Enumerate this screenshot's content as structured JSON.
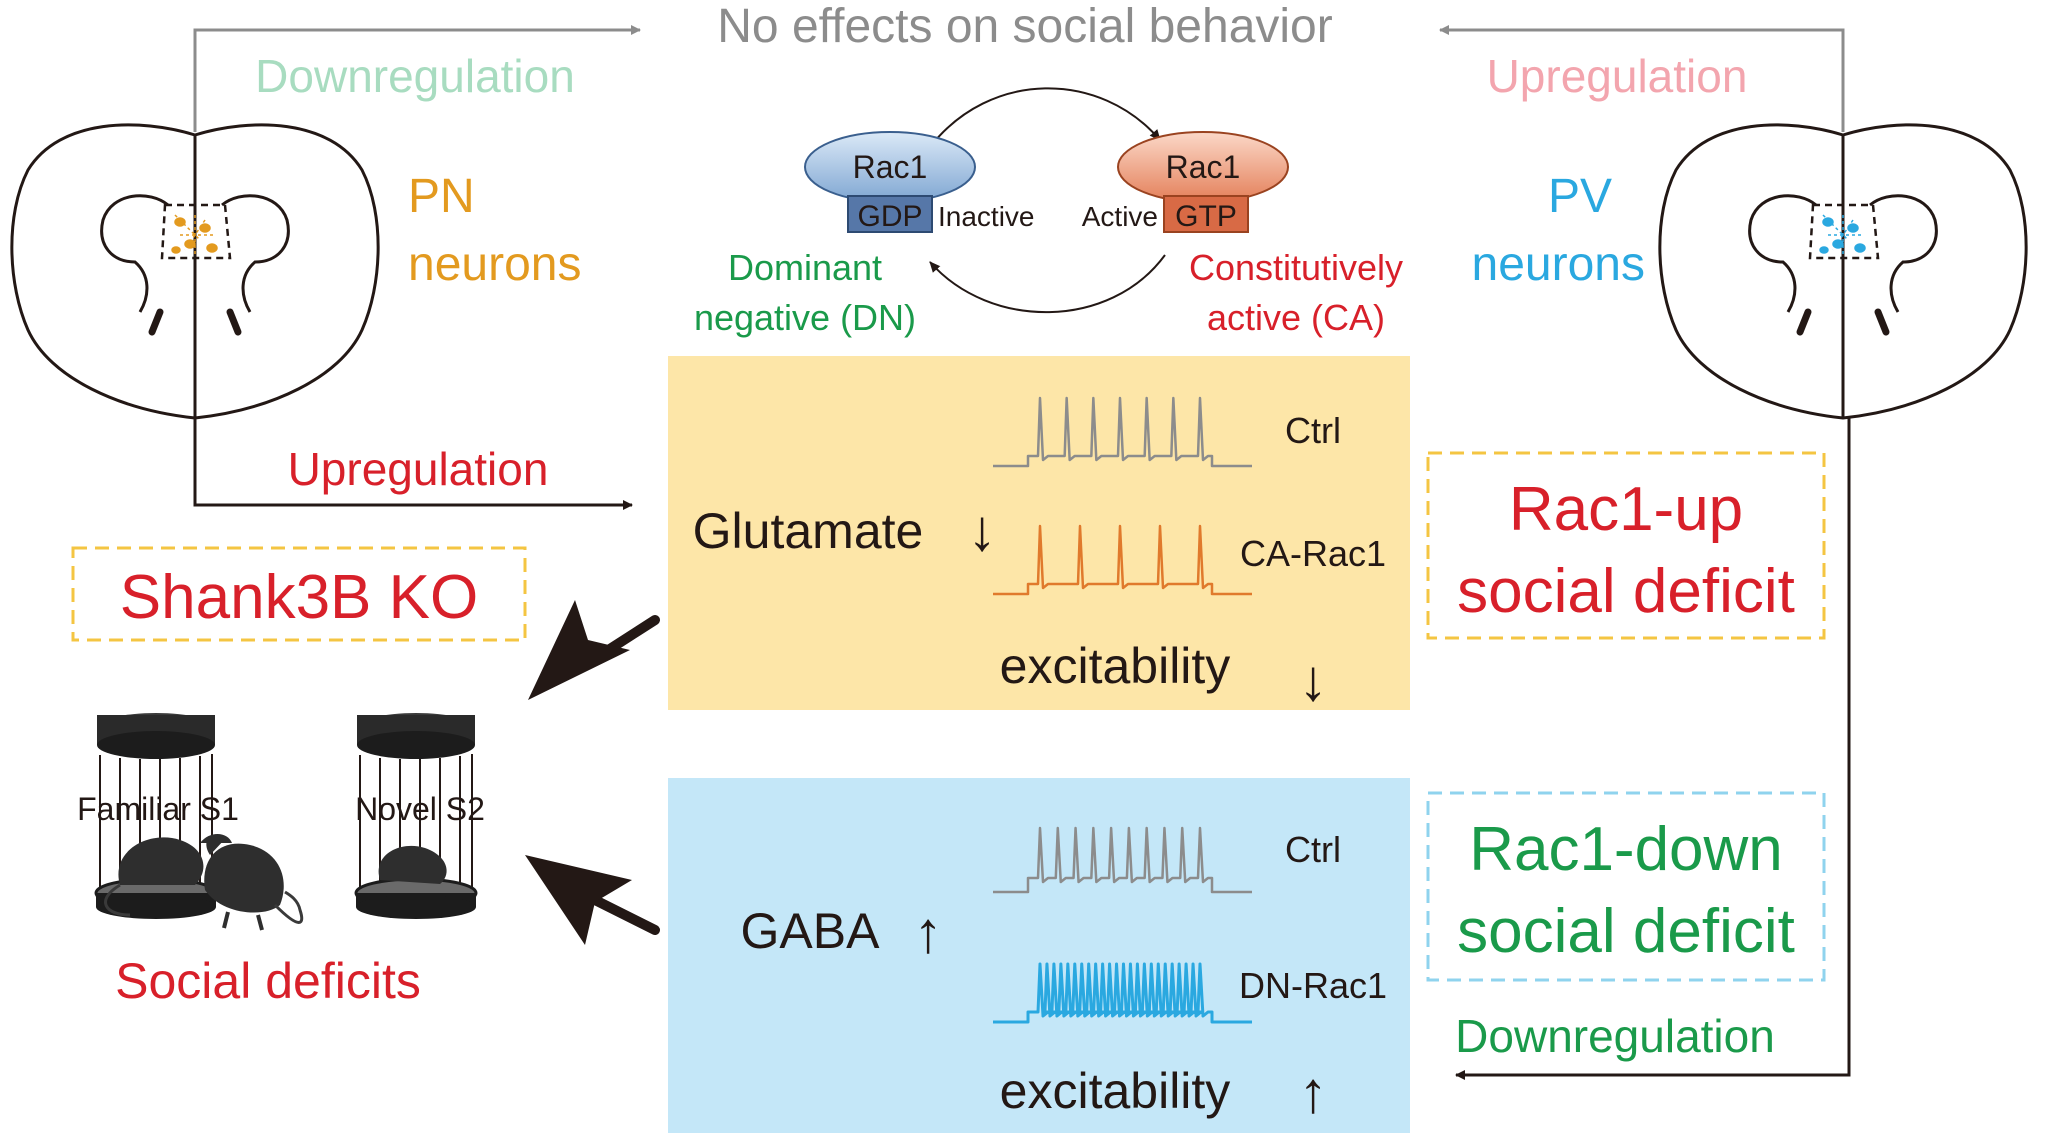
{
  "top_caption": "No effects on social behavior",
  "left": {
    "arrow_top_label": "Downregulation",
    "neuron_label_line1": "PN",
    "neuron_label_line2": "neurons",
    "arrow_bottom_label": "Upregulation"
  },
  "right": {
    "arrow_top_label": "Upregulation",
    "neuron_label_line1": "PV",
    "neuron_label_line2": "neurons",
    "arrow_bottom_label": "Downregulation"
  },
  "rac1_cycle": {
    "inactive_protein": "Rac1",
    "inactive_nucleotide": "GDP",
    "inactive_state": "Inactive",
    "active_protein": "Rac1",
    "active_nucleotide": "GTP",
    "active_state": "Active",
    "dn_line1": "Dominant",
    "dn_line2": "negative (DN)",
    "ca_line1": "Constitutively",
    "ca_line2": "active (CA)"
  },
  "glutamate_panel": {
    "transmitter": "Glutamate",
    "transmitter_arrow": "↓",
    "trace1_label": "Ctrl",
    "trace2_label": "CA-Rac1",
    "excitability": "excitability",
    "excitability_arrow": "↓"
  },
  "gaba_panel": {
    "transmitter": "GABA",
    "transmitter_arrow": "↑",
    "trace1_label": "Ctrl",
    "trace2_label": "DN-Rac1",
    "excitability": "excitability",
    "excitability_arrow": "↑"
  },
  "rac1_up_box": {
    "line1": "Rac1-up",
    "line2": "social deficit"
  },
  "rac1_down_box": {
    "line1": "Rac1-down",
    "line2": "social deficit"
  },
  "shank3b_box": "Shank3B KO",
  "cages": {
    "cage1_label": "Familiar S1",
    "cage2_label": "Novel S2"
  },
  "social_deficits": "Social deficits",
  "colors": {
    "gray": "#8c8c8c",
    "downreg_green_light": "#a8dcc0",
    "upreg_pink_light": "#f3a5ae",
    "orange": "#e39a1f",
    "cyan": "#2aa8e0",
    "green": "#1a9a4a",
    "red": "#d8202a",
    "glutamate_bg": "#fde6a8",
    "gaba_bg": "#c4e7f8",
    "dashed_yellow": "#f4c542",
    "dashed_cyan": "#8fd3ee"
  }
}
